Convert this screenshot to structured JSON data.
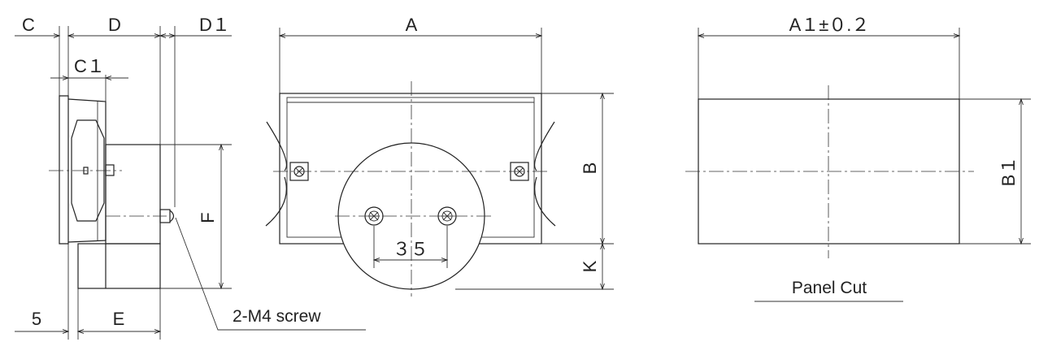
{
  "dimensions": {
    "c": "C",
    "d": "D",
    "d1": "D１",
    "c1": "C１",
    "five": "5",
    "e": "E",
    "f": "F",
    "a": "A",
    "b": "B",
    "k": "K",
    "thirty_five": "３５",
    "a1_tol": "A１±０.２",
    "b1": "B１"
  },
  "notes": {
    "screw": "2-M4 screw",
    "panel_cut": "Panel Cut"
  }
}
